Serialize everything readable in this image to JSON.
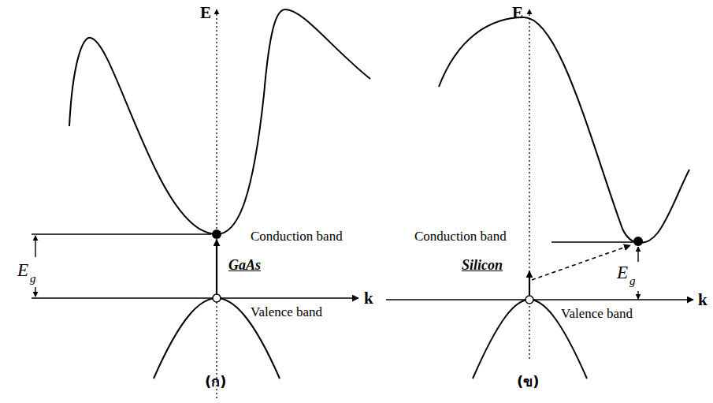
{
  "diagram": {
    "labels": [
      "E",
      "k",
      "Conduction band",
      "Valence band",
      "E",
      "g",
      "GaAs",
      "(ก)",
      "E",
      "k",
      "Conduction band",
      "Valence band",
      "E",
      "g",
      "Silicon",
      "(ข)"
    ]
  }
}
